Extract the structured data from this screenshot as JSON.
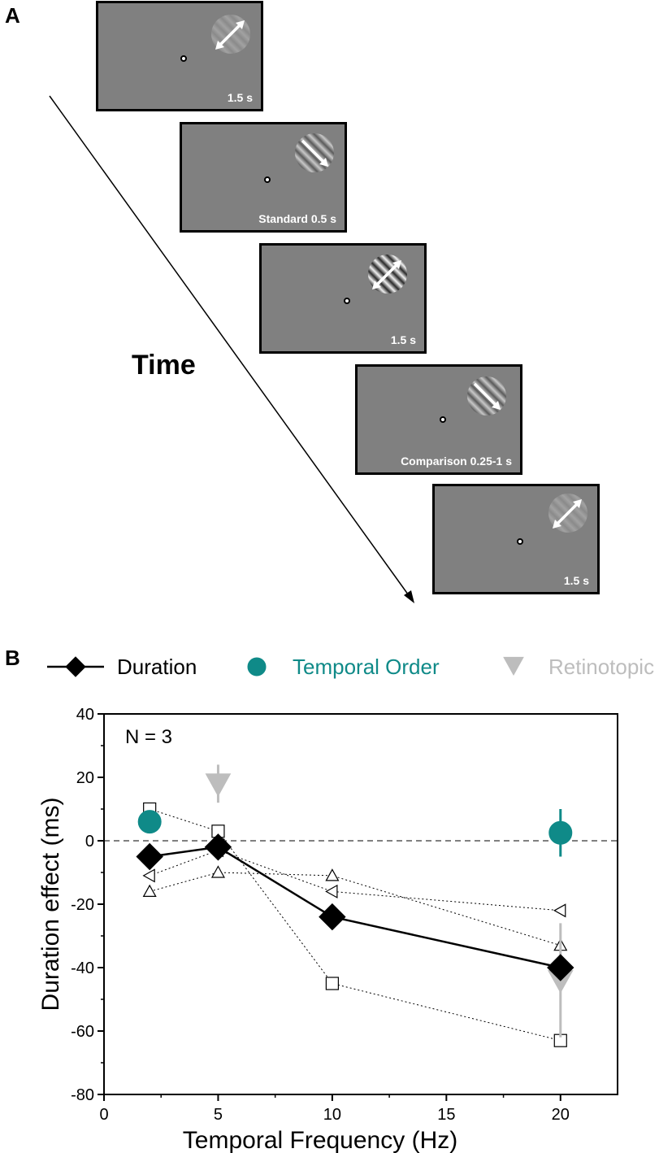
{
  "panel_a": {
    "letter": "A",
    "time_label": "Time",
    "frames": [
      {
        "label": "1.5 s",
        "contrast": "low",
        "direction": "up-right"
      },
      {
        "label": "Standard  0.5 s",
        "contrast": "medium",
        "direction": "down-right"
      },
      {
        "label": "1.5 s",
        "contrast": "high",
        "direction": "up-right"
      },
      {
        "label": "Comparison  0.25-1 s",
        "contrast": "medium",
        "direction": "down-right"
      },
      {
        "label": "1.5 s",
        "contrast": "low",
        "direction": "up-right"
      }
    ]
  },
  "panel_b": {
    "letter": "B",
    "legend": [
      {
        "label": "Duration",
        "color": "#000000"
      },
      {
        "label": "Temporal Order",
        "color": "#0f8a88"
      },
      {
        "label": "Retinotopic",
        "color": "#bdbdbd"
      }
    ],
    "annotation": "N = 3"
  },
  "chart_data": {
    "type": "line",
    "xlabel": "Temporal Frequency (Hz)",
    "ylabel": "Duration effect (ms)",
    "xlim": [
      0,
      22.5
    ],
    "ylim": [
      -80,
      40
    ],
    "xticks": [
      0,
      5,
      10,
      15,
      20
    ],
    "yticks": [
      -80,
      -60,
      -40,
      -20,
      0,
      20,
      40
    ],
    "reference_line_y": 0,
    "series": [
      {
        "name": "Duration",
        "marker": "diamond",
        "color": "#000000",
        "line": "solid",
        "x": [
          2,
          5,
          10,
          20
        ],
        "y": [
          -5,
          -2,
          -24,
          -40
        ]
      },
      {
        "name": "Temporal Order",
        "marker": "circle",
        "color": "#0f8a88",
        "line": "none",
        "x": [
          2,
          20
        ],
        "y": [
          6,
          2.5
        ],
        "err": [
          0,
          7.5
        ]
      },
      {
        "name": "Retinotopic",
        "marker": "triangle-down",
        "color": "#bdbdbd",
        "line": "none",
        "x": [
          5,
          20
        ],
        "y": [
          18,
          -44
        ],
        "err": [
          6,
          18
        ]
      }
    ],
    "subjects": [
      {
        "marker": "square",
        "x": [
          2,
          5,
          10,
          20
        ],
        "y": [
          10,
          3,
          -45,
          -63
        ]
      },
      {
        "marker": "triangle-left",
        "x": [
          2,
          5,
          10,
          20
        ],
        "y": [
          -11,
          -3,
          -16,
          -22
        ]
      },
      {
        "marker": "triangle-up",
        "x": [
          2,
          5,
          10,
          20
        ],
        "y": [
          -16,
          -10,
          -11,
          -33
        ]
      }
    ]
  }
}
